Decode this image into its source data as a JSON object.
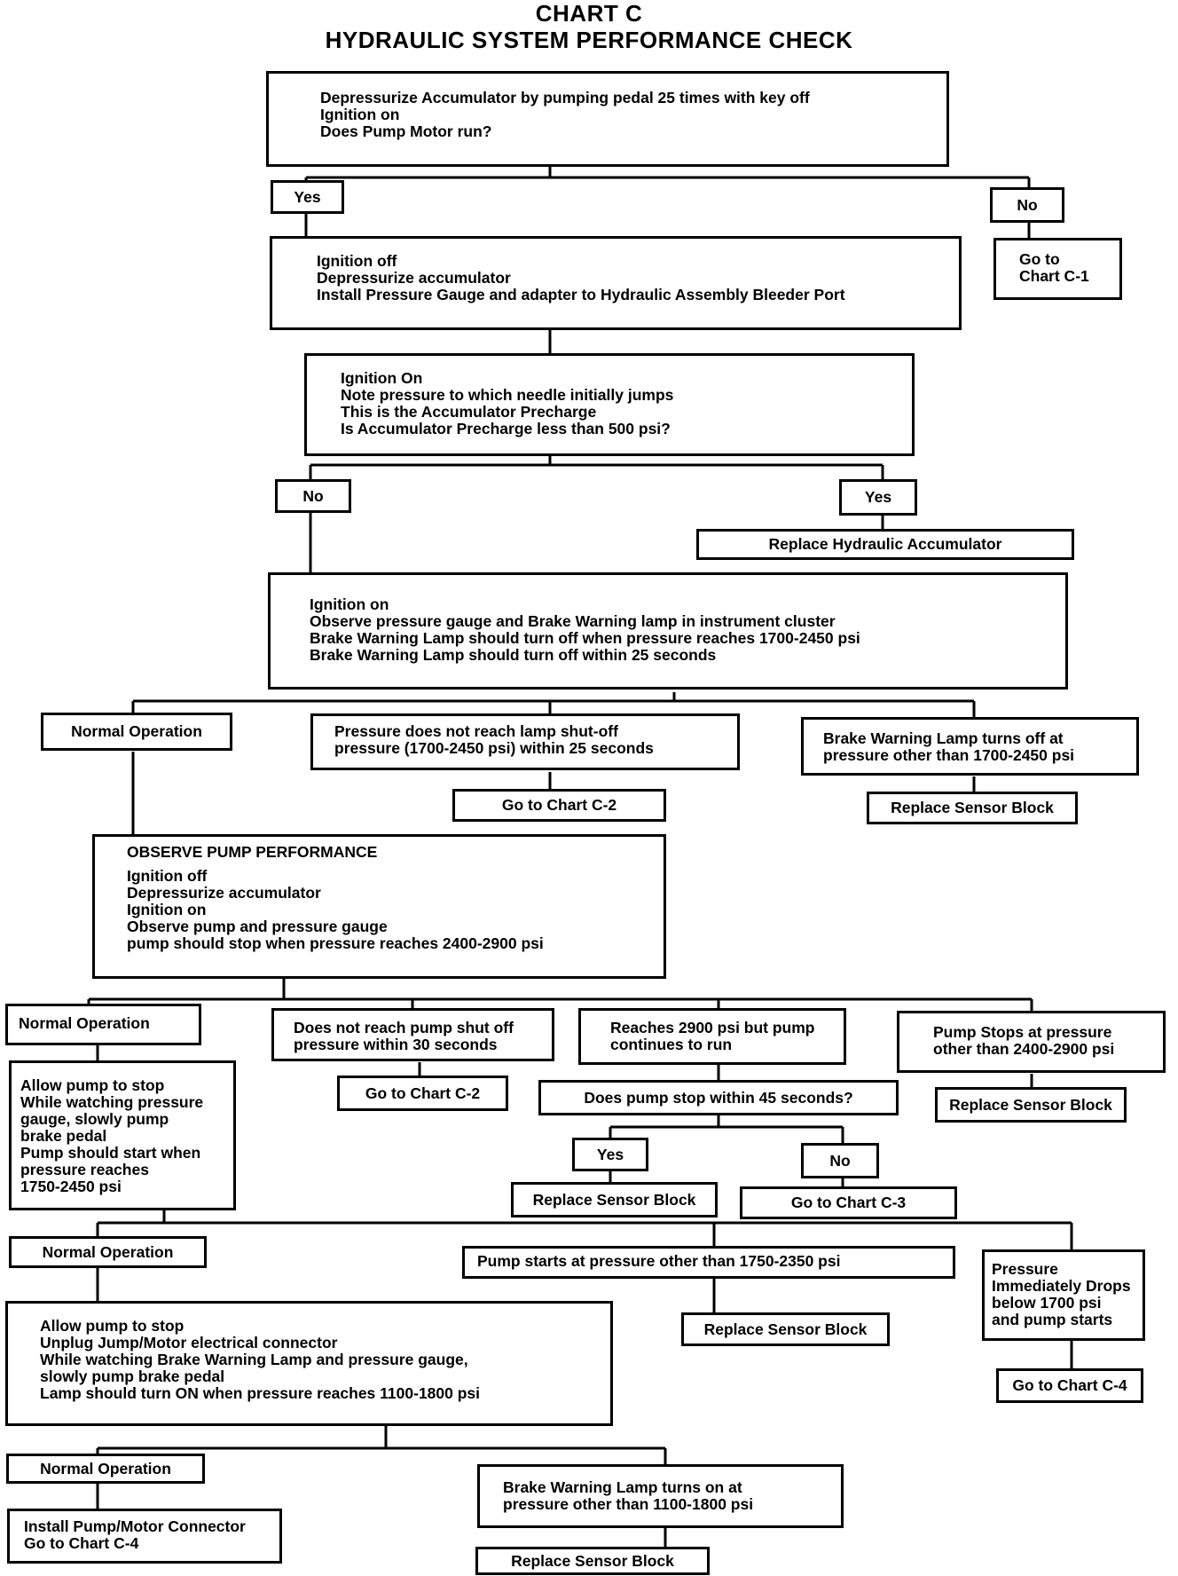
{
  "title": {
    "line1": "CHART C",
    "line2": "HYDRAULIC SYSTEM PERFORMANCE CHECK"
  },
  "nodes": {
    "start": [
      "Depressurize Accumulator by pumping pedal 25 times with key off",
      "Ignition on",
      "Does Pump Motor run?"
    ],
    "yes1": "Yes",
    "no1": "No",
    "go_c1": [
      "Go to",
      "Chart C-1"
    ],
    "ignition_off_gauge": [
      "Ignition off",
      "Depressurize accumulator",
      "Install Pressure Gauge and adapter to Hydraulic Assembly Bleeder Port"
    ],
    "precharge_check": [
      "Ignition On",
      "Note pressure to which needle initially jumps",
      "This is the Accumulator Precharge",
      "Is Accumulator Precharge less than 500 psi?"
    ],
    "no2": "No",
    "yes2": "Yes",
    "replace_accumulator": "Replace Hydraulic Accumulator",
    "observe_lamp": [
      "Ignition on",
      "Observe pressure gauge and Brake Warning lamp in instrument  cluster",
      "Brake Warning Lamp should turn off when pressure reaches 1700-2450 psi",
      "Brake Warning Lamp should turn off within 25 seconds"
    ],
    "normal_op_1": "Normal Operation",
    "no_shutoff": [
      "Pressure does not reach lamp shut-off",
      "pressure (1700-2450 psi) within 25 seconds"
    ],
    "go_c2_a": "Go to Chart C-2",
    "lamp_other": [
      "Brake Warning Lamp turns off at",
      "pressure other  than 1700-2450 psi"
    ],
    "replace_sensor_1": "Replace Sensor Block",
    "observe_pump": [
      "OBSERVE PUMP PERFORMANCE",
      "Ignition off",
      "Depressurize accumulator",
      "Ignition on",
      "Observe pump and pressure gauge",
      "pump should stop when pressure reaches 2400-2900 psi"
    ],
    "normal_op_2": "Normal Operation",
    "not_reach_30": [
      "Does not reach pump shut off",
      "pressure within 30 seconds"
    ],
    "go_c2_b": "Go to Chart  C-2",
    "reaches_2900": [
      "Reaches 2900 psi but pump",
      "continues to  run"
    ],
    "stop_45": "Does pump stop within 45 seconds?",
    "yes3": "Yes",
    "no3": "No",
    "replace_sensor_2": "Replace Sensor Block",
    "go_c3": "Go to Chart C-3",
    "stops_other": [
      "Pump Stops at pressure",
      "other than 2400-2900 psi"
    ],
    "replace_sensor_3": "Replace Sensor Block",
    "allow_stop_1": [
      "Allow pump to stop",
      "While watching  pressure",
      "gauge, slowly pump",
      "brake pedal",
      "Pump should start when",
      "pressure reaches",
      "1750-2450 psi"
    ],
    "normal_op_3": "Normal Operation",
    "starts_other": "Pump starts at pressure other than 1750-2350 psi",
    "replace_sensor_4": "Replace Sensor Block",
    "drops_1700": [
      "Pressure",
      "Immediately Drops",
      "below 1700 psi",
      "and pump starts"
    ],
    "go_c4_a": "Go to Chart C-4",
    "allow_stop_2": [
      "Allow pump to stop",
      "Unplug Jump/Motor electrical connector",
      "While watching Brake Warning Lamp and pressure gauge,",
      "slowly pump brake pedal",
      "Lamp should turn ON when pressure reaches 1100-1800 psi"
    ],
    "normal_op_4": "Normal Operation",
    "lamp_on_other": [
      "Brake Warning Lamp turns on at",
      "pressure other than 1100-1800 psi"
    ],
    "install_connector": [
      "Install Pump/Motor  Connector",
      "Go to Chart  C-4"
    ],
    "replace_sensor_5": "Replace Sensor Block"
  }
}
